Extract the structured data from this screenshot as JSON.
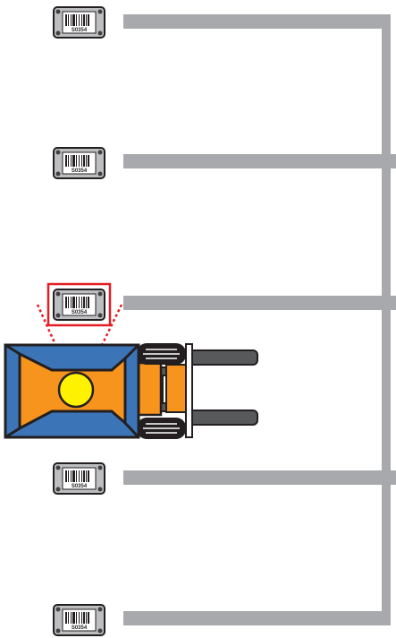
{
  "tags": [
    {
      "code": "S0354",
      "highlighted": false
    },
    {
      "code": "S0354",
      "highlighted": false
    },
    {
      "code": "S0354",
      "highlighted": true
    },
    {
      "code": "S0354",
      "highlighted": false
    },
    {
      "code": "S0354",
      "highlighted": false
    }
  ],
  "colors": {
    "rack": "#a7a9ac",
    "tag_plate": "#bcbec0",
    "tag_border": "#231f20",
    "highlight": "#e31e24",
    "scan_beam": "#e31e24",
    "forklift_body": "#f7941d",
    "forklift_frame": "#3b75b8",
    "forklift_light": "#fff200",
    "tires": "#231f20",
    "forks": "#58595b",
    "outline": "#231f20"
  },
  "icons": {
    "tag": "barcode-tag-icon",
    "forklift": "forklift-icon"
  }
}
